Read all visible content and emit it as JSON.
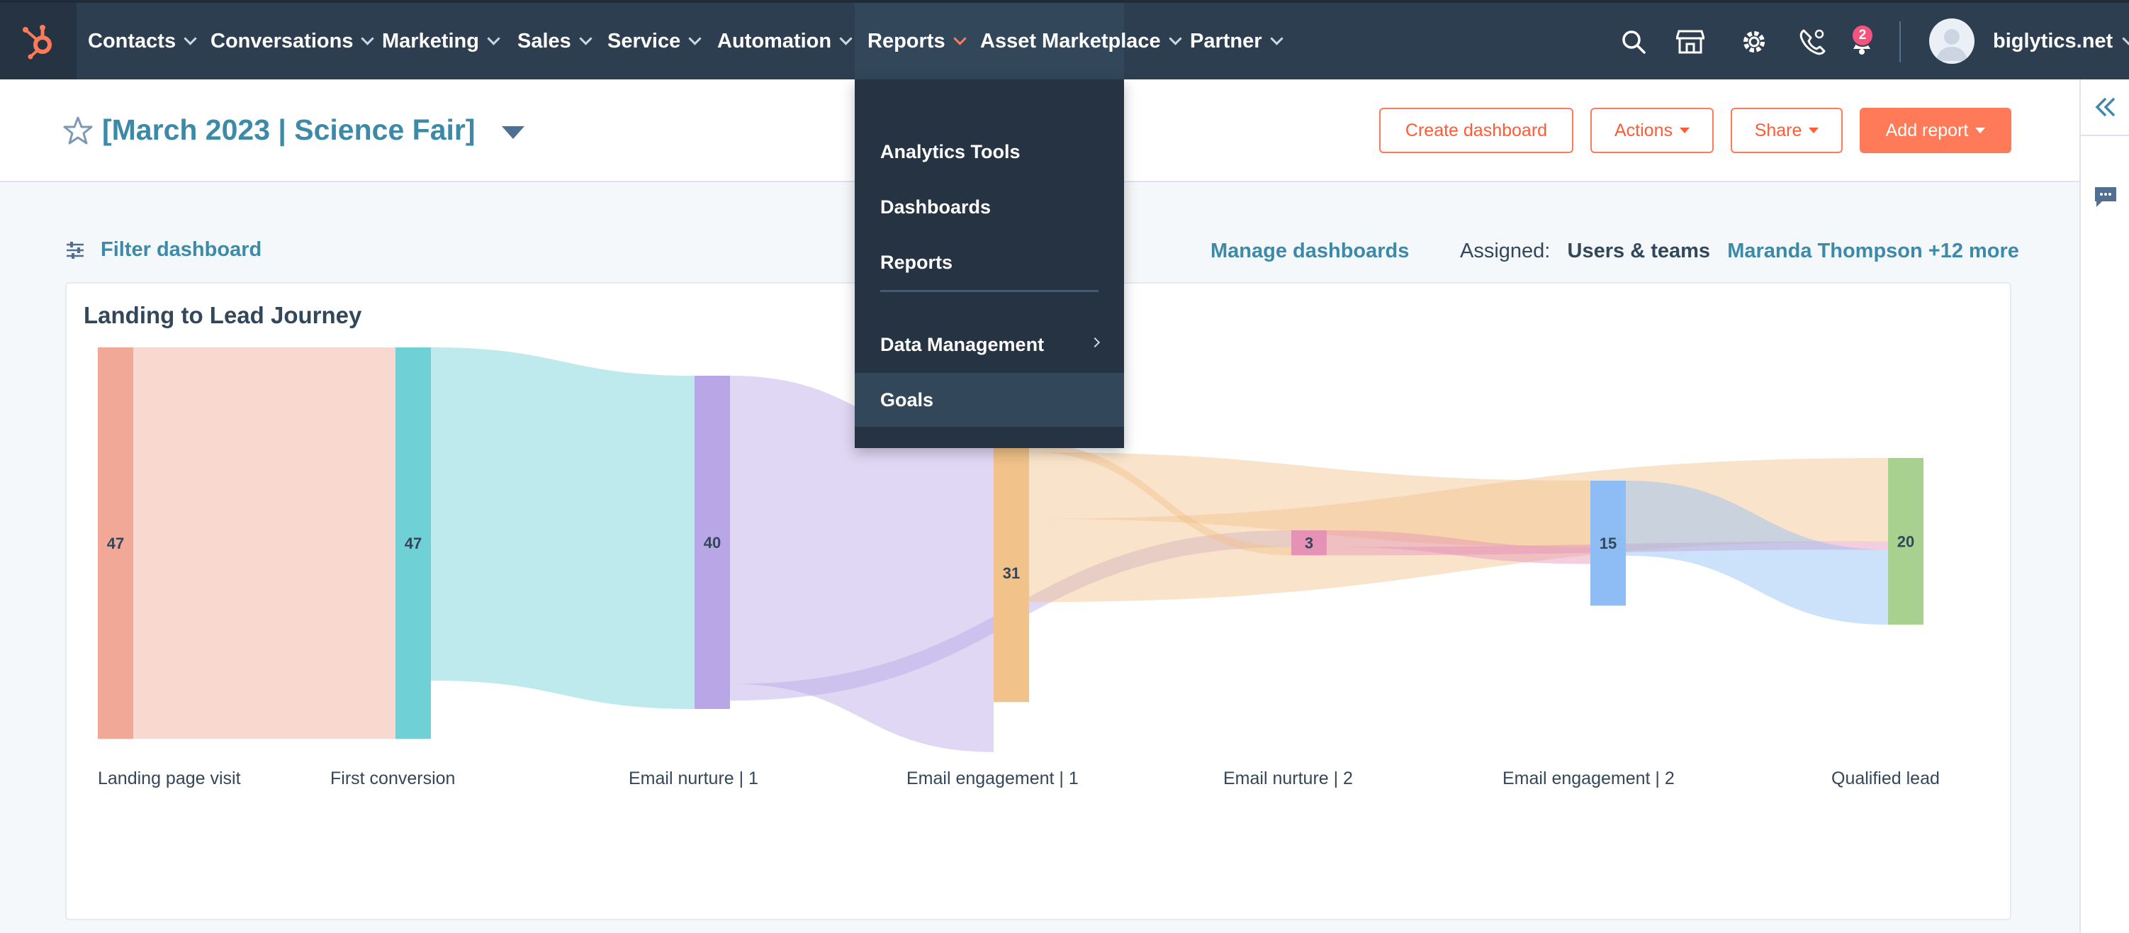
{
  "nav": {
    "items": [
      {
        "label": "Contacts"
      },
      {
        "label": "Conversations"
      },
      {
        "label": "Marketing"
      },
      {
        "label": "Sales"
      },
      {
        "label": "Service"
      },
      {
        "label": "Automation"
      },
      {
        "label": "Reports"
      },
      {
        "label": "Asset Marketplace"
      },
      {
        "label": "Partner"
      }
    ],
    "notification_count": "2",
    "account": "biglytics.net"
  },
  "header": {
    "title": "[March 2023 | Science Fair]",
    "buttons": {
      "create": "Create dashboard",
      "actions": "Actions",
      "share": "Share",
      "add_report": "Add report"
    }
  },
  "filters": {
    "filter_label": "Filter dashboard",
    "manage": "Manage dashboards",
    "assigned_label": "Assigned:",
    "assigned_value": "Users & teams",
    "assigned_users": "Maranda Thompson +12 more"
  },
  "dropdown": {
    "items": [
      {
        "label": "Analytics Tools"
      },
      {
        "label": "Dashboards"
      },
      {
        "label": "Reports"
      },
      {
        "label": "Data Management"
      },
      {
        "label": "Goals"
      }
    ]
  },
  "report": {
    "title": "Landing to Lead Journey"
  },
  "chart_data": {
    "type": "sankey",
    "title": "Landing to Lead Journey",
    "nodes": [
      {
        "id": "landing",
        "name": "Landing page visit",
        "value": 47,
        "color": "#f2a896"
      },
      {
        "id": "first",
        "name": "First conversion",
        "value": 47,
        "color": "#6fd0d6"
      },
      {
        "id": "nurture1",
        "name": "Email nurture | 1",
        "value": 40,
        "color": "#b9a6e6"
      },
      {
        "id": "engage1",
        "name": "Email engagement | 1",
        "value": 31,
        "color": "#f1c289"
      },
      {
        "id": "nurture2",
        "name": "Email nurture | 2",
        "value": 3,
        "color": "#e592b6"
      },
      {
        "id": "engage2",
        "name": "Email engagement | 2",
        "value": 15,
        "color": "#8ebcf5"
      },
      {
        "id": "qualified",
        "name": "Qualified lead",
        "value": 20,
        "color": "#a8d190"
      }
    ],
    "links": [
      {
        "source": "landing",
        "target": "first",
        "value": 47
      },
      {
        "source": "first",
        "target": "nurture1",
        "value": 40
      },
      {
        "source": "nurture1",
        "target": "engage1",
        "value": 37
      },
      {
        "source": "nurture1",
        "target": "nurture2",
        "value": 2
      },
      {
        "source": "engage1",
        "target": "nurture2",
        "value": 1
      },
      {
        "source": "engage1",
        "target": "engage2",
        "value": 8
      },
      {
        "source": "engage1",
        "target": "qualified",
        "value": 10
      },
      {
        "source": "nurture2",
        "target": "engage2",
        "value": 2
      },
      {
        "source": "nurture2",
        "target": "qualified",
        "value": 1
      },
      {
        "source": "engage2",
        "target": "qualified",
        "value": 9
      }
    ]
  }
}
